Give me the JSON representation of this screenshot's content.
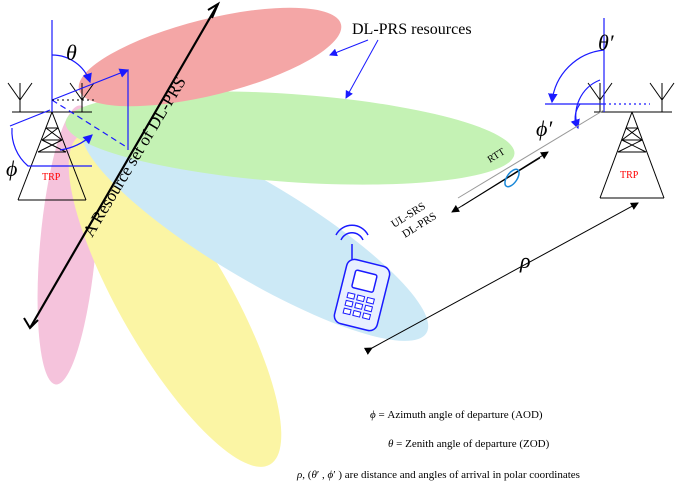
{
  "labels": {
    "resources": "DL-PRS resources",
    "resource_set": "A Resource set of DL-PRS",
    "trp_left": "TRP",
    "trp_right": "TRP",
    "rtt": "RTT",
    "ul_srs": "UL-SRS",
    "dl_prs": "DL-PRS"
  },
  "symbols": {
    "theta": "θ",
    "phi": "ϕ",
    "theta_prime": "θ′",
    "phi_prime": "ϕ′",
    "rho": "ρ"
  },
  "legend": {
    "line1": {
      "sym": "ϕ",
      "text": " = Azimuth angle of departure (AOD)"
    },
    "line2": {
      "sym": "θ",
      "text": " = Zenith angle of departure (ZOD)"
    },
    "line3": {
      "rho": "ρ",
      "sep": ", (",
      "theta": "θ",
      "comma": "′ , ",
      "phi": "ϕ",
      "tail": "′ ) are distance and angles of arrival in polar coordinates"
    }
  },
  "colors": {
    "beam_red": "#f4a6a6",
    "beam_green": "#c4f2b4",
    "beam_blue": "#cce9f6",
    "beam_yellow": "#fbf5a4",
    "beam_pink": "#f5c3dc",
    "angle_blue": "#1a1aff",
    "trp_red": "#ff0000"
  }
}
